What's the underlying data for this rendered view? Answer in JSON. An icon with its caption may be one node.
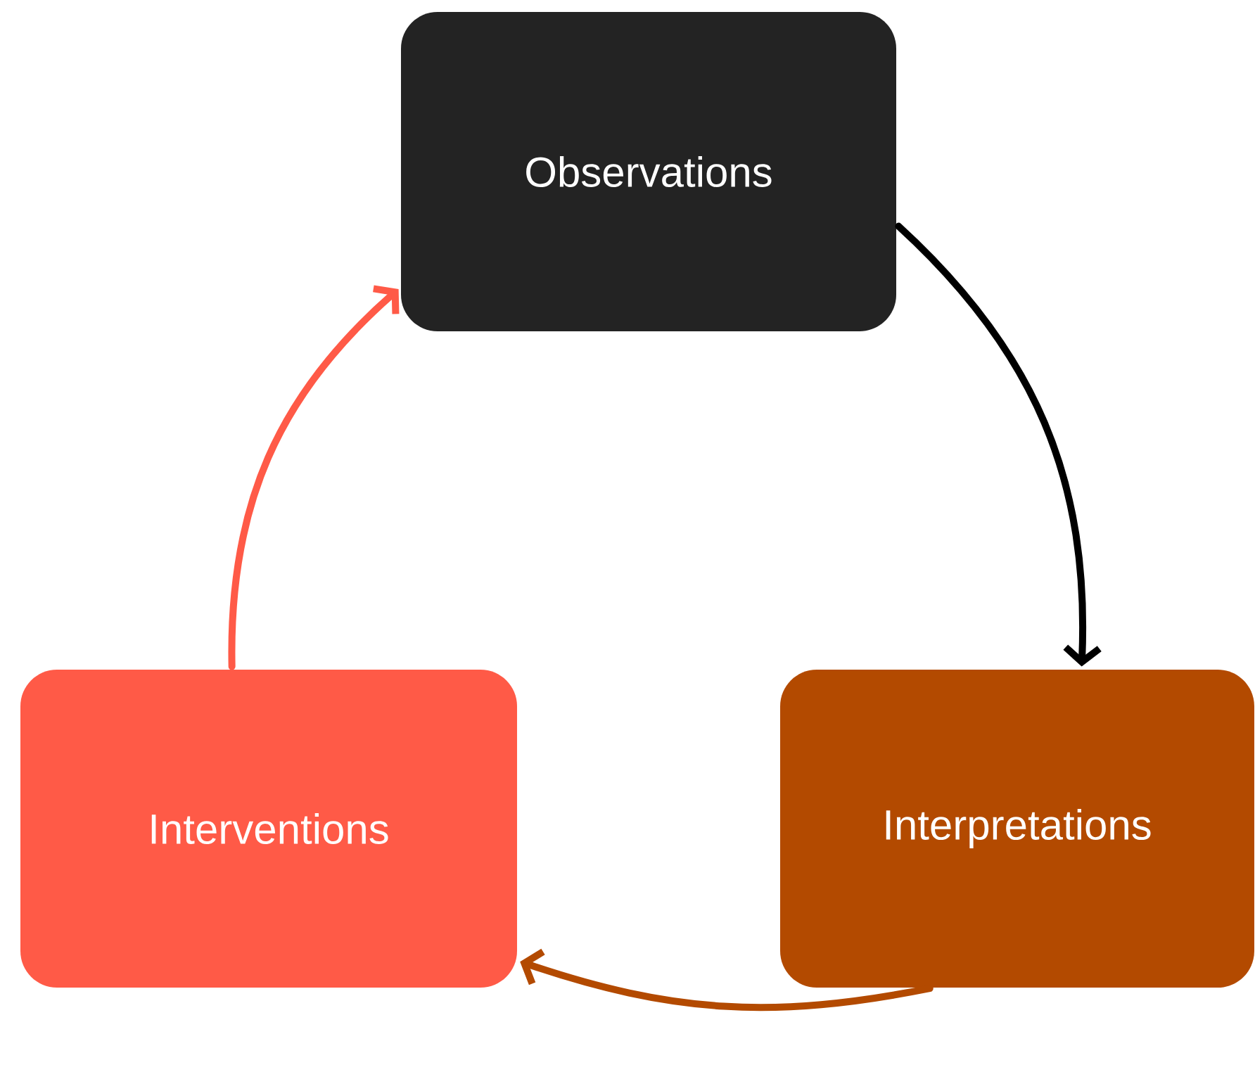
{
  "diagram": {
    "nodes": [
      {
        "text": [
          "Observations"
        ]
      },
      {
        "text": [
          "Interpretations"
        ]
      },
      {
        "text": [
          "Interventions"
        ]
      }
    ],
    "edges": [
      {
        "from": 0,
        "to": 1,
        "arrow": "to",
        "color": "#000000"
      },
      {
        "from": 1,
        "to": 2,
        "arrow": "to",
        "color": "#b34a00"
      },
      {
        "from": 2,
        "to": 0,
        "arrow": "to",
        "color": "#ff5a47"
      }
    ]
  }
}
